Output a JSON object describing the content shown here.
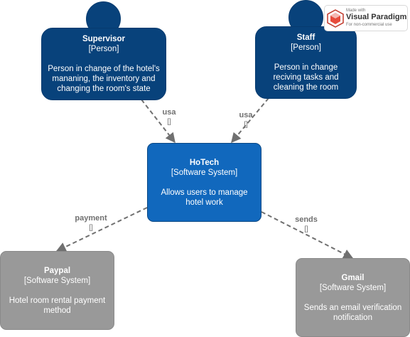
{
  "nodes": {
    "supervisor": {
      "name": "Supervisor",
      "type": "[Person]",
      "description": "Person in change of the hotel's mananing, the inventory and changing the room's state"
    },
    "staff": {
      "name": "Staff",
      "type": "[Person]",
      "description": "Person in change reciving tasks and cleaning the room"
    },
    "hotech": {
      "name": "HoTech",
      "type": "[Software System]",
      "description": "Allows users to manage hotel work"
    },
    "paypal": {
      "name": "Paypal",
      "type": "[Software System]",
      "description": "Hotel room rental payment method"
    },
    "gmail": {
      "name": "Gmail",
      "type": "[Software System]",
      "description": "Sends an email verification notification"
    }
  },
  "edges": {
    "supervisor_to_hotech": {
      "label": "usa",
      "technology": "[]"
    },
    "staff_to_hotech": {
      "label": "usa",
      "technology": "[]"
    },
    "hotech_to_paypal": {
      "label": "payment",
      "technology": "[]"
    },
    "hotech_to_gmail": {
      "label": "sends",
      "technology": "[]"
    }
  },
  "watermark": {
    "made_with": "Made with",
    "brand": "Visual Paradigm",
    "license": "For non-commercial use"
  },
  "colors": {
    "person": "#08427b",
    "system": "#1168bd",
    "external_system": "#999999",
    "edge": "#707070"
  }
}
